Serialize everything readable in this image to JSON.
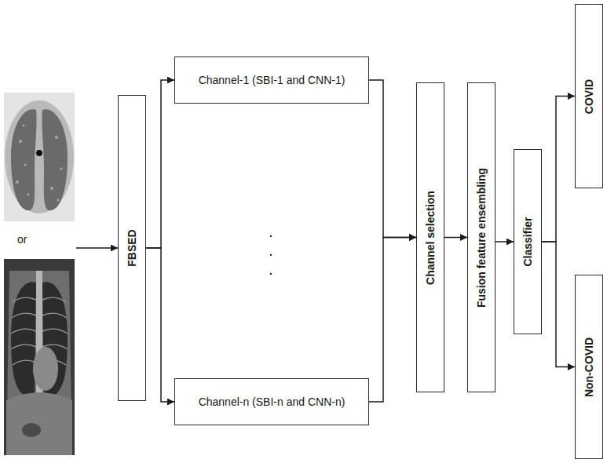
{
  "diagram": {
    "nodes": [
      {
        "text": [
          "FBSED"
        ]
      },
      {
        "text": [
          "Channel-1 (SBI-1 and CNN-1)"
        ]
      },
      {
        "text": [
          "Channel-n (SBI-n and CNN-n)"
        ]
      },
      {
        "text": [
          "Channel selection"
        ]
      },
      {
        "text": [
          "Fusion feature ensembling"
        ]
      },
      {
        "text": [
          "Classifier"
        ]
      },
      {
        "text": [
          "COVID"
        ]
      },
      {
        "text": [
          "Non-COVID"
        ]
      }
    ],
    "edges": [
      {
        "from": 0,
        "to": 1,
        "arrow": "to"
      },
      {
        "from": 0,
        "to": 2,
        "arrow": "to"
      },
      {
        "from": 1,
        "to": 3,
        "arrow": "to"
      },
      {
        "from": 2,
        "to": 3,
        "arrow": "to"
      },
      {
        "from": 3,
        "to": 4,
        "arrow": "to"
      },
      {
        "from": 4,
        "to": 5,
        "arrow": "to"
      },
      {
        "from": 5,
        "to": 6,
        "arrow": "to"
      },
      {
        "from": 5,
        "to": 7,
        "arrow": "to"
      }
    ],
    "labels": [
      "or",
      ".",
      ".",
      "."
    ]
  }
}
